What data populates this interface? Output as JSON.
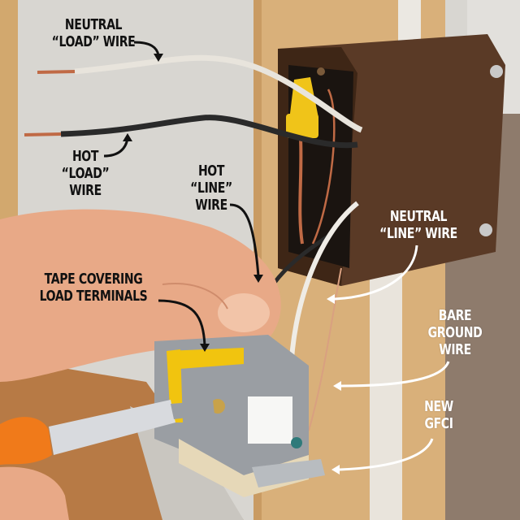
{
  "figure": {
    "subject": "Wiring a new GFCI receptacle into an electrical box",
    "labels": [
      {
        "id": "neutral-load-wire",
        "lines": [
          "NEUTRAL",
          "“LOAD” WIRE"
        ],
        "color": "#111111"
      },
      {
        "id": "hot-load-wire",
        "lines": [
          "HOT",
          "“LOAD”",
          "WIRE"
        ],
        "color": "#111111"
      },
      {
        "id": "hot-line-wire",
        "lines": [
          "HOT",
          "“LINE”",
          "WIRE"
        ],
        "color": "#111111"
      },
      {
        "id": "tape-covering-load-terminals",
        "lines": [
          "TAPE COVERING",
          "LOAD TERMINALS"
        ],
        "color": "#111111"
      },
      {
        "id": "neutral-line-wire",
        "lines": [
          "NEUTRAL",
          "“LINE” WIRE"
        ],
        "color": "#ffffff"
      },
      {
        "id": "bare-ground-wire",
        "lines": [
          "BARE",
          "GROUND",
          "WIRE"
        ],
        "color": "#ffffff"
      },
      {
        "id": "new-gfci",
        "lines": [
          "NEW",
          "GFCI"
        ],
        "color": "#ffffff"
      }
    ],
    "colors": {
      "wall": "#d8d6d1",
      "stud_wood": "#d9b07a",
      "metal_box": "#5a3a26",
      "wire_nut": "#f0c419",
      "neutral_wire": "#e8e4dc",
      "hot_wire": "#2a2a2a",
      "copper": "#c06a45",
      "gfci_body": "#9a9ea3",
      "gfci_base": "#e6d8b8",
      "tape": "#f1c40f",
      "screwdriver_handle": "#f07a1a",
      "skin": "#e8a987"
    }
  }
}
